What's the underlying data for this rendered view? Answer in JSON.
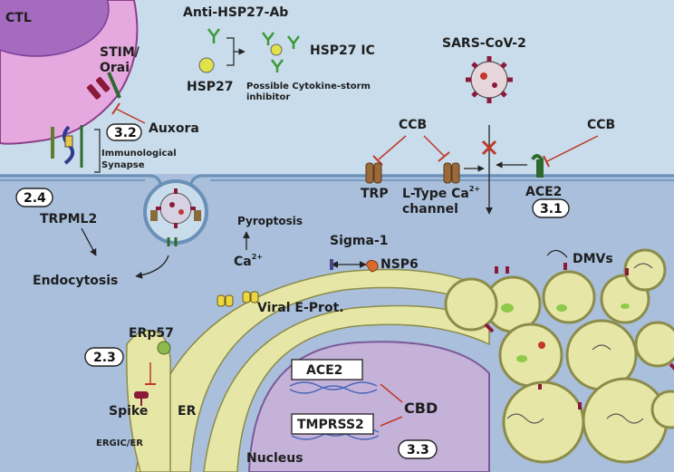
{
  "colors": {
    "extracellular": "#c9dceb",
    "cytoplasm": "#a9bfdc",
    "membrane": "#e6e7a6",
    "ctl_cell": "#e6a9df",
    "ctl_nucleus": "#a46bbf",
    "nucleus": "#c5b2d8",
    "inhibitor": "#c0392b",
    "virus_spike": "#8b1a3a"
  },
  "labels": {
    "ctl": "CTL",
    "stim_orai": "STIM/\nOrai",
    "auxora": "Auxora",
    "immunological_synapse": "Immunological\nSynapse",
    "trpml2": "TRPML2",
    "endocytosis": "Endocytosis",
    "pyroptosis": "Pyroptosis",
    "ca_ion": "Ca",
    "ca_superscript": "2+",
    "anti_hsp27_ab": "Anti-HSP27-Ab",
    "hsp27": "HSP27",
    "hsp27_ic": "HSP27 IC",
    "cytokine_storm_inhibitor": "Possible Cytokine-storm\ninhibitor",
    "sars_cov_2": "SARS-CoV-2",
    "ccb_left": "CCB",
    "ccb_right": "CCB",
    "trp": "TRP",
    "l_type_ca_channel": "L-Type Ca\nchannel",
    "l_type_superscript": "2+",
    "ace2_membrane": "ACE2",
    "sigma_1": "Sigma-1",
    "nsp6": "NSP6",
    "viral_e_prot": "Viral E-Prot.",
    "dmvs": "DMVs",
    "erp57": "ERp57",
    "spike": "Spike",
    "ergic_er": "ERGIC/ER",
    "er": "ER",
    "ace2_gene": "ACE2",
    "tmprss2_gene": "TMPRSS2",
    "cbd": "CBD",
    "nucleus": "Nucleus"
  },
  "badges": [
    "3.2",
    "2.4",
    "3.1",
    "2.3",
    "3.3"
  ]
}
